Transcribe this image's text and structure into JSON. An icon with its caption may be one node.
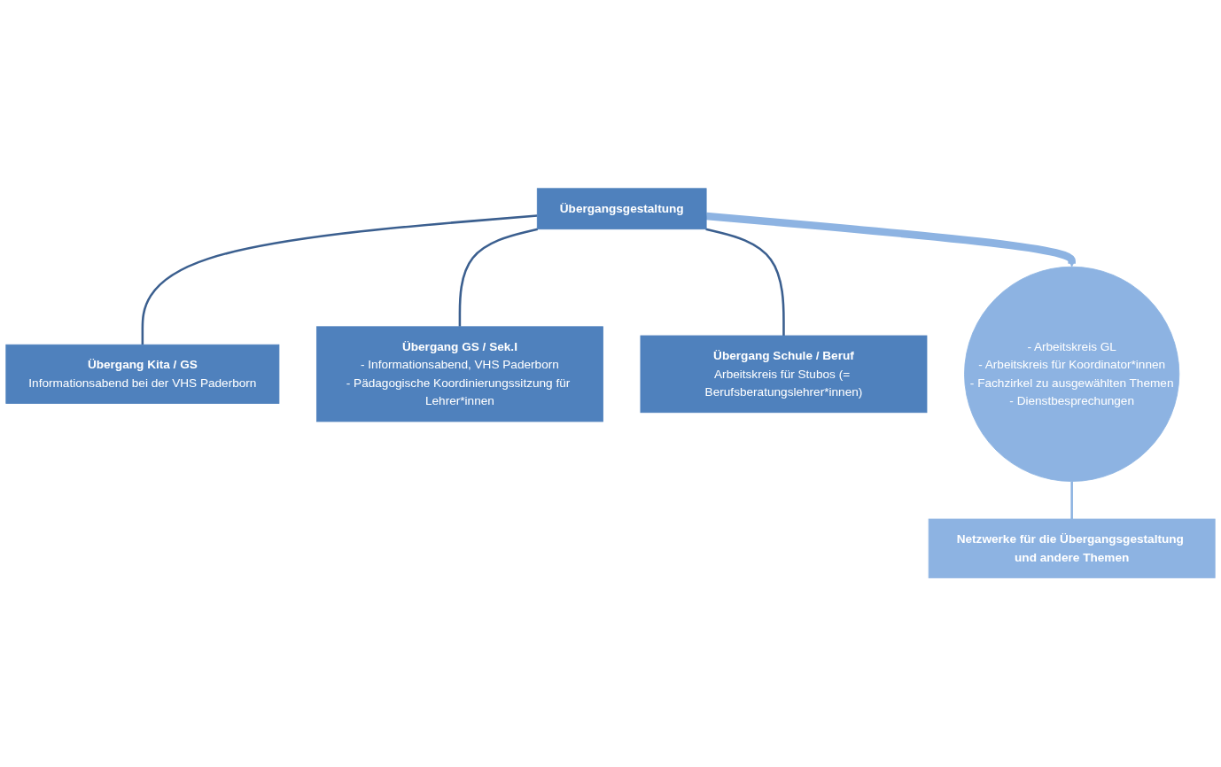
{
  "diagram": {
    "nodes": [
      {
        "text": [
          "Übergangsgestaltung"
        ]
      },
      {
        "text": [
          "Übergang Kita / GS",
          "Informationsabend bei der VHS Paderborn"
        ]
      },
      {
        "text": [
          "Übergang GS / Sek.I",
          "- Informationsabend, VHS Paderborn",
          "- Pädagogische Koordinierungssitzung für Lehrer*innen"
        ]
      },
      {
        "text": [
          "Übergang Schule / Beruf",
          "Arbeitskreis für Stubos (= Berufsberatungslehrer*innen)"
        ]
      },
      {
        "text": [
          "- Arbeitskreis GL",
          "- Arbeitskreis für Koordinator*innen",
          "- Fachzirkel zu ausgewählten Themen",
          "- Dienstbesprechungen"
        ]
      },
      {
        "text": [
          "Netzwerke für die Übergangsgestaltung und andere Themen"
        ]
      }
    ],
    "edges": [
      {
        "from": 0,
        "to": 1,
        "arrow": "none"
      },
      {
        "from": 0,
        "to": 2,
        "arrow": "none"
      },
      {
        "from": 0,
        "to": 3,
        "arrow": "none"
      },
      {
        "from": 0,
        "to": 4,
        "arrow": "to",
        "style": "thick",
        "color": "#8db3e2"
      },
      {
        "from": 4,
        "to": 5,
        "arrow": "none",
        "color": "#8db3e2"
      }
    ]
  }
}
